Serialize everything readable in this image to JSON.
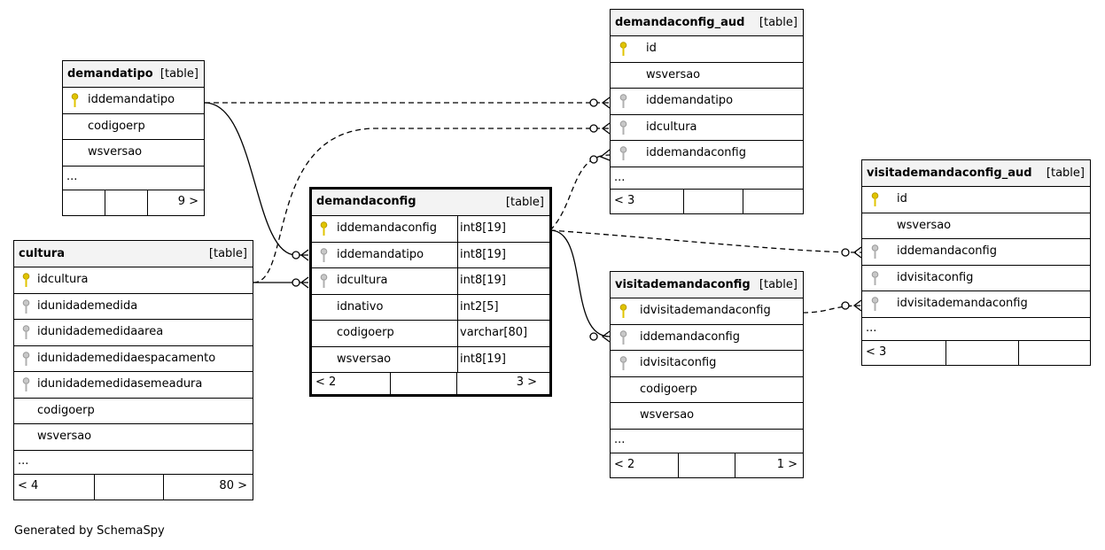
{
  "footer_text": "Generated by SchemaSpy",
  "tables": {
    "demandatipo": {
      "name": "demandatipo",
      "kind": "[table]",
      "columns": [
        {
          "name": "iddemandatipo",
          "key": "primary"
        },
        {
          "name": "codigoerp",
          "key": "none"
        },
        {
          "name": "wsversao",
          "key": "none"
        }
      ],
      "ellipsis": "...",
      "footer": {
        "left": "",
        "middle": "",
        "right": "9 >"
      }
    },
    "cultura": {
      "name": "cultura",
      "kind": "[table]",
      "columns": [
        {
          "name": "idcultura",
          "key": "primary"
        },
        {
          "name": "idunidademedida",
          "key": "foreign"
        },
        {
          "name": "idunidademedidaarea",
          "key": "foreign"
        },
        {
          "name": "idunidademedidaespacamento",
          "key": "foreign"
        },
        {
          "name": "idunidademedidasemeadura",
          "key": "foreign"
        },
        {
          "name": "codigoerp",
          "key": "none"
        },
        {
          "name": "wsversao",
          "key": "none"
        }
      ],
      "ellipsis": "...",
      "footer": {
        "left": "< 4",
        "middle": "",
        "right": "80 >"
      }
    },
    "demandaconfig": {
      "name": "demandaconfig",
      "kind": "[table]",
      "columns": [
        {
          "name": "iddemandaconfig",
          "type": "int8[19]",
          "key": "primary"
        },
        {
          "name": "iddemandatipo",
          "type": "int8[19]",
          "key": "foreign"
        },
        {
          "name": "idcultura",
          "type": "int8[19]",
          "key": "foreign"
        },
        {
          "name": "idnativo",
          "type": "int2[5]",
          "key": "none"
        },
        {
          "name": "codigoerp",
          "type": "varchar[80]",
          "key": "none"
        },
        {
          "name": "wsversao",
          "type": "int8[19]",
          "key": "none"
        }
      ],
      "footer": {
        "left": "< 2",
        "middle": "",
        "right": "3 >"
      }
    },
    "demandaconfig_aud": {
      "name": "demandaconfig_aud",
      "kind": "[table]",
      "columns": [
        {
          "name": "id",
          "key": "primary"
        },
        {
          "name": "wsversao",
          "key": "none"
        },
        {
          "name": "iddemandatipo",
          "key": "foreign"
        },
        {
          "name": "idcultura",
          "key": "foreign"
        },
        {
          "name": "iddemandaconfig",
          "key": "foreign"
        }
      ],
      "ellipsis": "...",
      "footer": {
        "left": "< 3",
        "middle": "",
        "right": ""
      }
    },
    "visitademandaconfig": {
      "name": "visitademandaconfig",
      "kind": "[table]",
      "columns": [
        {
          "name": "idvisitademandaconfig",
          "key": "primary"
        },
        {
          "name": "iddemandaconfig",
          "key": "foreign"
        },
        {
          "name": "idvisitaconfig",
          "key": "foreign"
        },
        {
          "name": "codigoerp",
          "key": "none"
        },
        {
          "name": "wsversao",
          "key": "none"
        }
      ],
      "ellipsis": "...",
      "footer": {
        "left": "< 2",
        "middle": "",
        "right": "1 >"
      }
    },
    "visitademandaconfig_aud": {
      "name": "visitademandaconfig_aud",
      "kind": "[table]",
      "columns": [
        {
          "name": "id",
          "key": "primary"
        },
        {
          "name": "wsversao",
          "key": "none"
        },
        {
          "name": "iddemandaconfig",
          "key": "foreign"
        },
        {
          "name": "idvisitaconfig",
          "key": "foreign"
        },
        {
          "name": "idvisitademandaconfig",
          "key": "foreign"
        }
      ],
      "ellipsis": "...",
      "footer": {
        "left": "< 3",
        "middle": "",
        "right": ""
      }
    }
  },
  "colors": {
    "primary_key": "#e0c400",
    "foreign_key": "#a8a8a8",
    "header_bg": "#f3f3f3"
  }
}
